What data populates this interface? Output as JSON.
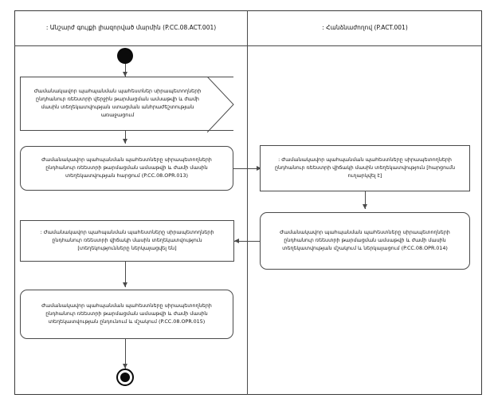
{
  "diagram": {
    "type": "uml-activity-diagram",
    "title_left_lane": ": Անշարժ գույքի լիազորված մարմին (P.CC.08.ACT.001)",
    "title_right_lane": ": Հանձնաժողով (P.ACT.001)"
  },
  "lanes": [
    {
      "id": "lane-left",
      "label": ": Անշարժ գույքի լիազորված մարմին (P.CC.08.ACT.001)"
    },
    {
      "id": "lane-right",
      "label": ": Հանձնաժողով (P.ACT.001)"
    }
  ],
  "nodes": {
    "initial": {
      "name": "initial-node",
      "label": ""
    },
    "signal_receipt": {
      "shape": "signal-receipt",
      "lane": "lane-left",
      "label": "Ժամանակավոր պահպանման պահեստներ սիրապետողների ընդհանուր ռեեստրի վերջին թարմացման ամսաթվի և ժամի մասին տեղեկատվության ստացման անհրաժեշտության առաջացում"
    },
    "action_013": {
      "shape": "rounded-rect",
      "lane": "lane-left",
      "label": "Ժամանակավոր պահպանման պահեստները սիրապետողների ընդհանուր ռեեստրի թարմացման ամսաթվի և ժամի մասին տեղեկատվության հարցում (P.CC.08.OPR.013)"
    },
    "object_request_sent": {
      "shape": "rect",
      "lane": "lane-right",
      "label": ": Ժամանակավոր պահպանման պահեստները սիրապետողների ընդհանուր ռեեստրի վիճակի մասին տեղեկատվություն [հարցումն ուղարկվել է]"
    },
    "action_014": {
      "shape": "rounded-rect",
      "lane": "lane-right",
      "label": "Ժամանակավոր պահպանման պահեստները սիրապետողների ընդհանուր ռեեստրի թարմացման ամսաթվի և ժամի մասին տեղեկատվության մշակում և ներկայացում (P.CC.08.OPR.014)"
    },
    "object_info_provided": {
      "shape": "rect",
      "lane": "lane-left",
      "label": ": Ժամանակավոր պահպանման պահեստները սիրապետողների ընդհանուր ռեեստրի վիճակի մասին տեղեկատվություն [տեղեկությունները ներկայացվել են]"
    },
    "action_015": {
      "shape": "rounded-rect",
      "lane": "lane-left",
      "label": "Ժամանակավոր պահպանման պահեստները սիրապետողների ընդհանուր ռեեստրի թարմացման ամսաթվի և ժամի մասին տեղեկատվության ընդունում և մշակում (P.CC.08.OPR.015)"
    },
    "final": {
      "name": "final-node",
      "label": ""
    }
  },
  "colors": {
    "stroke": "#4a4a4a",
    "frame_stroke": "#3a3a3a",
    "node_fill": "#ffffff",
    "marker_fill": "#0b0b0b",
    "text": "#111111",
    "background": "#ffffff"
  }
}
